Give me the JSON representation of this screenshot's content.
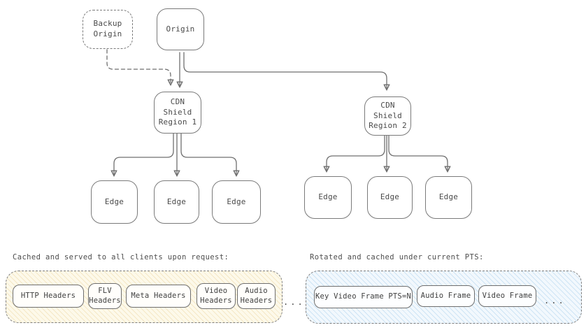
{
  "diagram": {
    "tree": {
      "backup_origin": "Backup\nOrigin",
      "origin": "Origin",
      "shield1": "CDN Shield\nRegion 1",
      "shield2": "CDN Shield\nRegion 2",
      "edges": [
        "Edge",
        "Edge",
        "Edge",
        "Edge",
        "Edge",
        "Edge"
      ]
    },
    "cache_left": {
      "label": "Cached and served to all clients upon request:",
      "items": [
        "HTTP Headers",
        "FLV\nHeaders",
        "Meta Headers",
        "Video\nHeaders",
        "Audio\nHeaders"
      ],
      "fill_color": "#fdf9ea",
      "hatch_color": "#e8cf92"
    },
    "cache_right": {
      "label": "Rotated and cached under current PTS:",
      "items": [
        "Key Video Frame PTS=N",
        "Audio Frame",
        "Video Frame"
      ],
      "fill_color": "#f2f8fd",
      "hatch_color": "#94c4e8"
    },
    "dots": "...",
    "stroke_color": "#6f6f6f"
  }
}
